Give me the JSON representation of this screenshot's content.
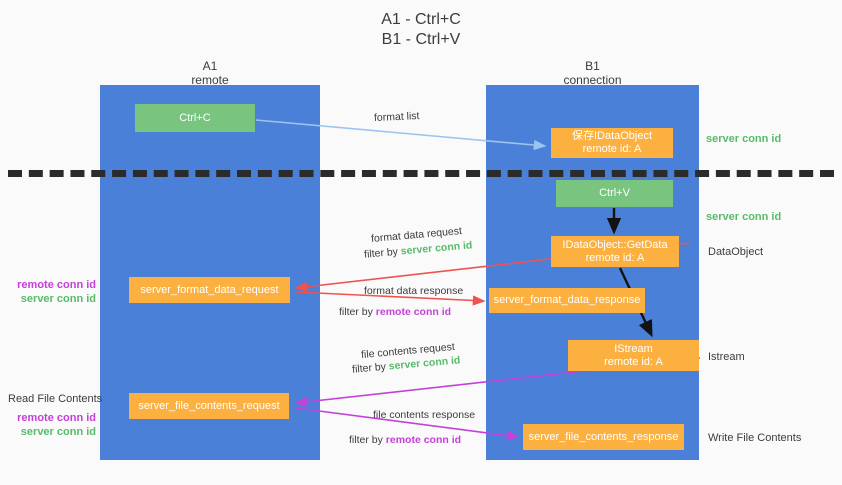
{
  "title": {
    "line1": "A1 - Ctrl+C",
    "line2": "B1 - Ctrl+V"
  },
  "lanes": [
    {
      "id": "A1",
      "name": "A1",
      "sub": "remote"
    },
    {
      "id": "B1",
      "name": "B1",
      "sub": "connection"
    }
  ],
  "colors": {
    "lane": "#4a80d8",
    "green_box": "#79c47f",
    "orange_box": "#fbb040",
    "server_conn_text": "#57bb6a",
    "remote_conn_text": "#c341d8",
    "format_list_arrow": "#9dc3ef",
    "format_data_arrow": "#ef5350",
    "file_contents_arrow": "#c341d8",
    "flow_arrow": "#1a1a1a",
    "background": "#fafafa"
  },
  "boxes": {
    "ctrl_c": {
      "line1": "Ctrl+C"
    },
    "save_idataobject": {
      "line1": "保存IDataObject",
      "line2": "remote id: A"
    },
    "ctrl_v": {
      "line1": "Ctrl+V"
    },
    "getdata": {
      "line1": "IDataObject::GetData",
      "line2": "remote id: A"
    },
    "format_data_request": {
      "line1": "server_format_data_request"
    },
    "format_data_response": {
      "line1": "server_format_data_response"
    },
    "istream": {
      "line1": "IStream",
      "line2": "remote id: A"
    },
    "file_contents_request": {
      "line1": "server_file_contents_request"
    },
    "file_contents_response": {
      "line1": "server_file_contents_response"
    }
  },
  "side_labels": {
    "server_conn_id_top": "server conn id",
    "server_conn_id_mid": "server conn id",
    "dataobject": "DataObject",
    "istream": "Istream",
    "write_file_contents": "Write File Contents",
    "read_file_contents": "Read File Contents",
    "remote_conn_id": "remote conn id",
    "server_conn_id": "server conn id"
  },
  "annotations": {
    "format_list": "format list",
    "format_data_request": "format data request",
    "filter_by": "filter by",
    "server_conn_id": "server conn id",
    "remote_conn_id": "remote conn id",
    "format_data_response": "format data response",
    "file_contents_request": "file contents request",
    "file_contents_response": "file contents response"
  }
}
